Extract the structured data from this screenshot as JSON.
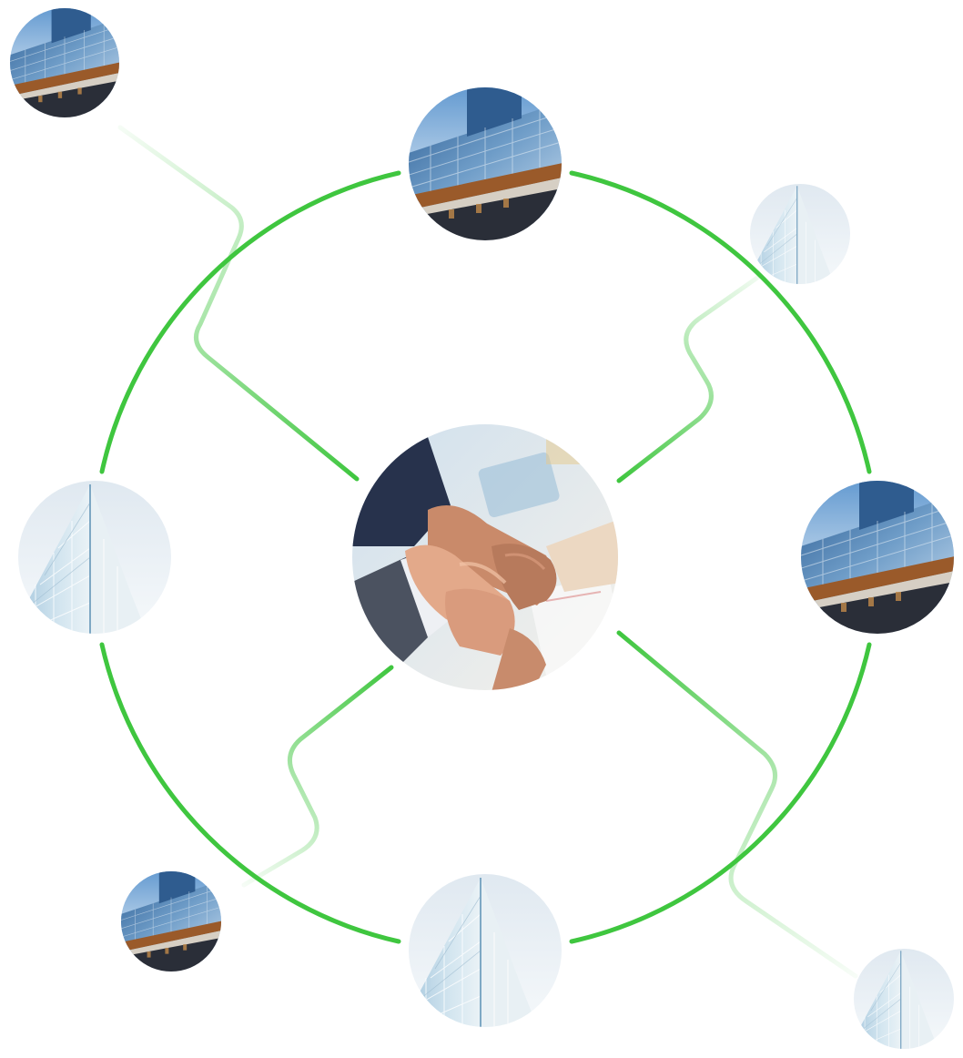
{
  "diagram": {
    "ring_color": "#3fc63f",
    "connector_color": "#3fc63f",
    "center_node": {
      "image": "team-hands-stacked-photo"
    },
    "nodes": [
      {
        "id": "top",
        "image": "office-building-facade-photo"
      },
      {
        "id": "left",
        "image": "glass-tower-photo"
      },
      {
        "id": "right",
        "image": "office-building-facade-photo"
      },
      {
        "id": "bottom",
        "image": "glass-tower-photo"
      },
      {
        "id": "outer-top-left",
        "image": "office-building-facade-photo"
      },
      {
        "id": "outer-top-right",
        "image": "glass-tower-photo"
      },
      {
        "id": "outer-bottom-left",
        "image": "office-building-facade-photo"
      },
      {
        "id": "outer-bottom-right",
        "image": "glass-tower-photo"
      }
    ]
  }
}
